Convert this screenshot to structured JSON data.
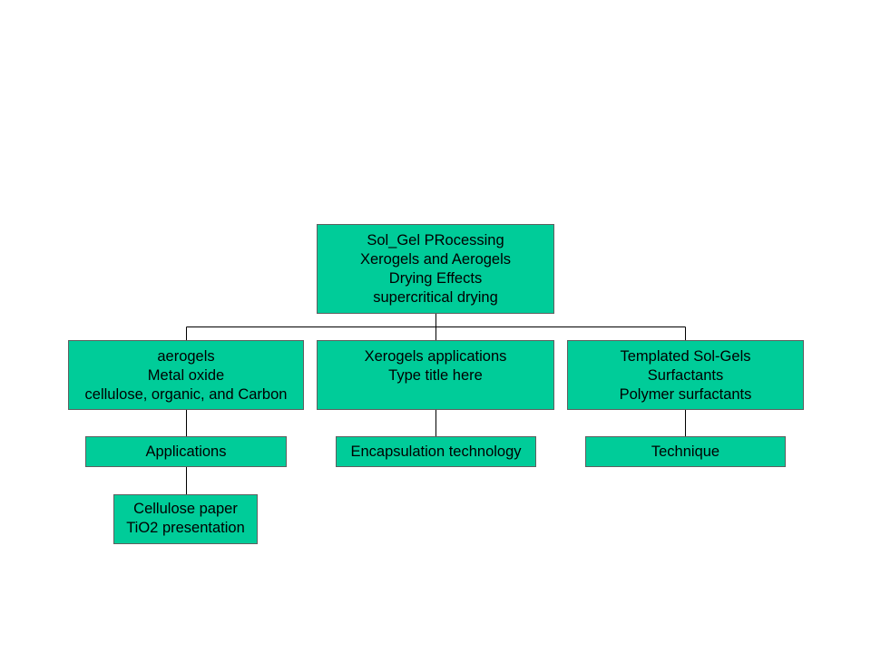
{
  "diagram": {
    "root": {
      "lines": [
        "Sol_Gel PRocessing",
        "Xerogels and Aerogels",
        "Drying Effects",
        "supercritical drying"
      ]
    },
    "aerogels": {
      "lines": [
        "aerogels",
        "Metal oxide",
        "cellulose, organic, and Carbon"
      ]
    },
    "xerogels": {
      "lines": [
        "Xerogels applications",
        "Type title here"
      ]
    },
    "templated": {
      "lines": [
        "Templated Sol-Gels",
        "Surfactants",
        "Polymer surfactants"
      ]
    },
    "applications": {
      "lines": [
        "Applications"
      ]
    },
    "encapsulation": {
      "lines": [
        "Encapsulation technology"
      ]
    },
    "technique": {
      "lines": [
        "Technique"
      ]
    },
    "cellulose": {
      "lines": [
        "Cellulose paper",
        "TiO2 presentation"
      ]
    }
  },
  "colors": {
    "box_fill": "#00cc99",
    "box_border": "#5f5f5f",
    "connector": "#000000"
  }
}
